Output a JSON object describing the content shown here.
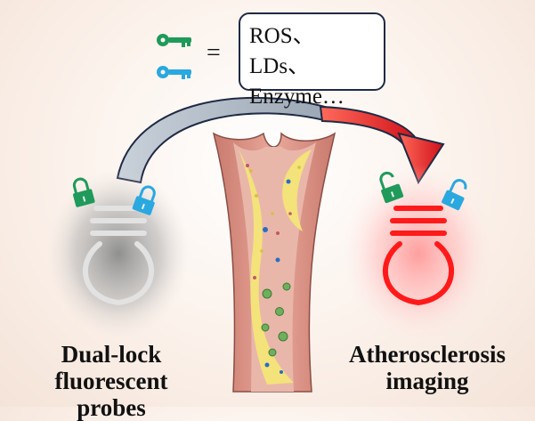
{
  "legend": {
    "equals": "=",
    "line1": "ROS、LDs、",
    "line2": "Enzyme…"
  },
  "left_caption": {
    "line1": "Dual-lock",
    "line2": "fluorescent probes"
  },
  "right_caption": {
    "line1": "Atherosclerosis",
    "line2": "imaging"
  },
  "colors": {
    "green_key": "#1f9a5a",
    "blue_key": "#2aa8e0",
    "off_bulb": "#d9d9d9",
    "on_bulb": "#ff1a1a",
    "vessel_wall": "#d98e80",
    "plaque": "#f4e27a",
    "arrow_gray": "#b8c3cf",
    "arrow_red": "#e0201c"
  },
  "icons": [
    "green-key-icon",
    "blue-key-icon",
    "green-padlock-icon",
    "blue-padlock-icon",
    "light-bulb-icon"
  ]
}
